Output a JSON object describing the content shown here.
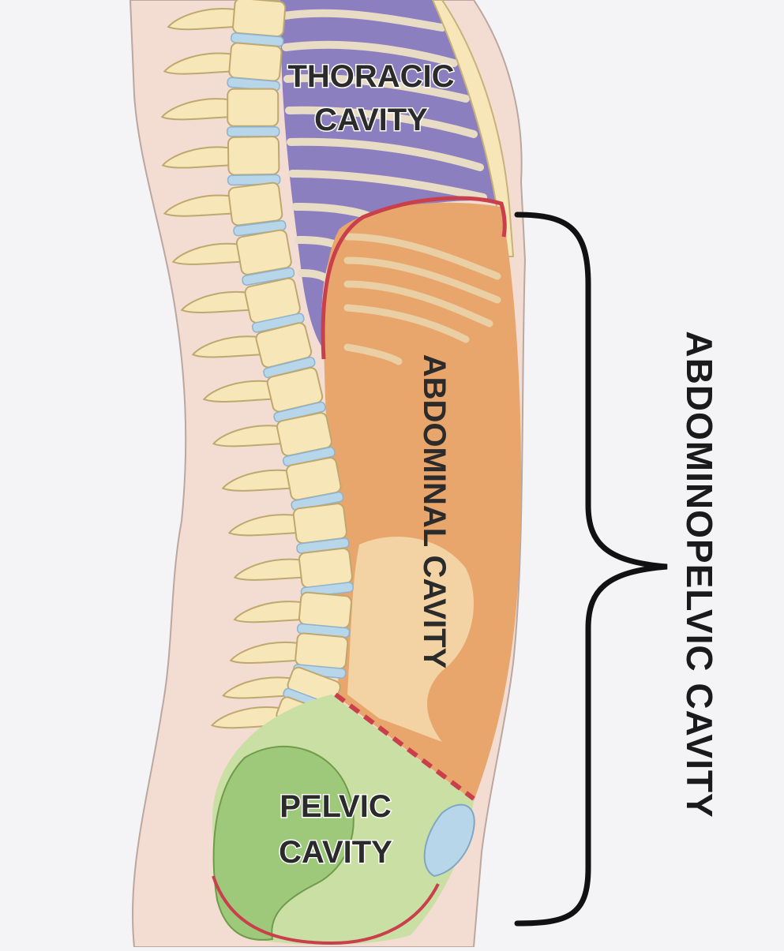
{
  "labels": {
    "thoracic_line1": "THORACIC",
    "thoracic_line2": "CAVITY",
    "abdominal": "ABDOMINAL CAVITY",
    "pelvic_line1": "PELVIC",
    "pelvic_line2": "CAVITY",
    "abdominopelvic": "ABDOMINOPELVIC CAVITY"
  },
  "colors": {
    "background": "#f4f4f6",
    "body": "#f3dcd2",
    "thoracic": "#8b7fc0",
    "abdominal": "#e8a56c",
    "pelvic": "#c9dfa4",
    "pelvic_dark": "#9ec97a",
    "bone": "#f6e6b8",
    "disc": "#b8d6ea",
    "diaphragm": "#c9404c",
    "bracket": "#111111"
  }
}
